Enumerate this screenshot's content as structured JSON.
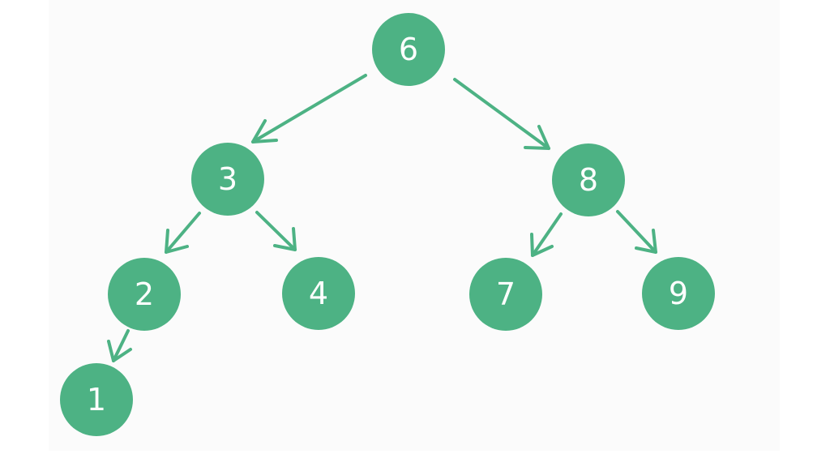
{
  "colors": {
    "node": "#4db284",
    "edge": "#4db284",
    "text": "#ffffff",
    "background": "#fbfbfb"
  },
  "tree": {
    "nodes": [
      {
        "id": "n6",
        "label": "6"
      },
      {
        "id": "n3",
        "label": "3"
      },
      {
        "id": "n8",
        "label": "8"
      },
      {
        "id": "n2",
        "label": "2"
      },
      {
        "id": "n4",
        "label": "4"
      },
      {
        "id": "n7",
        "label": "7"
      },
      {
        "id": "n9",
        "label": "9"
      },
      {
        "id": "n1",
        "label": "1"
      }
    ],
    "edges": [
      {
        "from": "n6",
        "to": "n3"
      },
      {
        "from": "n6",
        "to": "n8"
      },
      {
        "from": "n3",
        "to": "n2"
      },
      {
        "from": "n3",
        "to": "n4"
      },
      {
        "from": "n8",
        "to": "n7"
      },
      {
        "from": "n8",
        "to": "n9"
      },
      {
        "from": "n2",
        "to": "n1"
      }
    ]
  }
}
